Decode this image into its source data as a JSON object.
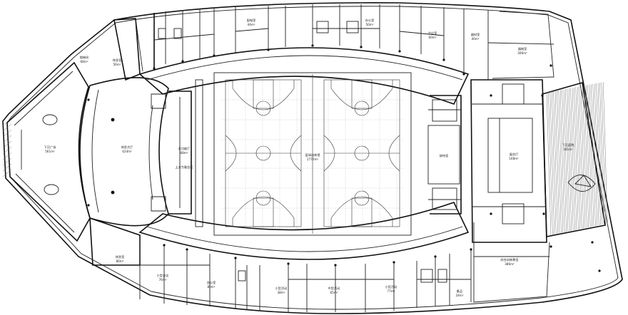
{
  "labels": {
    "sports_hall": {
      "name": "篮球训练馆",
      "area": "1770m²"
    },
    "lobby": {
      "name": "休息大厅",
      "area": "424m²"
    },
    "plaza": {
      "name": "下沉广场",
      "area": "561m²"
    },
    "east_hall": {
      "name": "展览厅",
      "area": "108m²"
    },
    "east_terrace": {
      "name": "下沉庭院",
      "area": "341m²"
    },
    "north_east": {
      "name": "器械室",
      "area": "306m²"
    },
    "south_east": {
      "name": "综合训练教室",
      "area": "386m²"
    },
    "east_core": {
      "name": "接待室",
      "area": ""
    },
    "north_lounge": {
      "name": "休息室",
      "area": "56m²"
    },
    "south_lounge": {
      "name": "休息室",
      "area": "86m²"
    },
    "nw_room": {
      "name": "多功能厅",
      "area": "68m²"
    },
    "north_office": {
      "name": "会议室",
      "area": "60m²"
    },
    "n_room_2": {
      "name": "器材室",
      "area": "40m²"
    },
    "n_room_3": {
      "name": "配电室",
      "area": "44m²"
    },
    "n_room_4": {
      "name": "办公室",
      "area": "50m²"
    },
    "s_room_1": {
      "name": "小型会议",
      "area": "76m²"
    },
    "s_room_2": {
      "name": "办公室",
      "area": "80m²"
    },
    "s_room_3": {
      "name": "小型活动",
      "area": "38m²"
    },
    "s_room_4": {
      "name": "中型活动",
      "area": "65m²"
    },
    "s_room_5": {
      "name": "小型活动",
      "area": "77m²"
    },
    "se_small": {
      "name": "备品",
      "area": "24m²"
    },
    "stair_w": {
      "name": "楼梯间",
      "area": "68m²"
    },
    "ramp_label": {
      "name": "上方为看台区",
      "area": ""
    }
  },
  "colors": {
    "line": "#111111",
    "background": "#ffffff"
  }
}
